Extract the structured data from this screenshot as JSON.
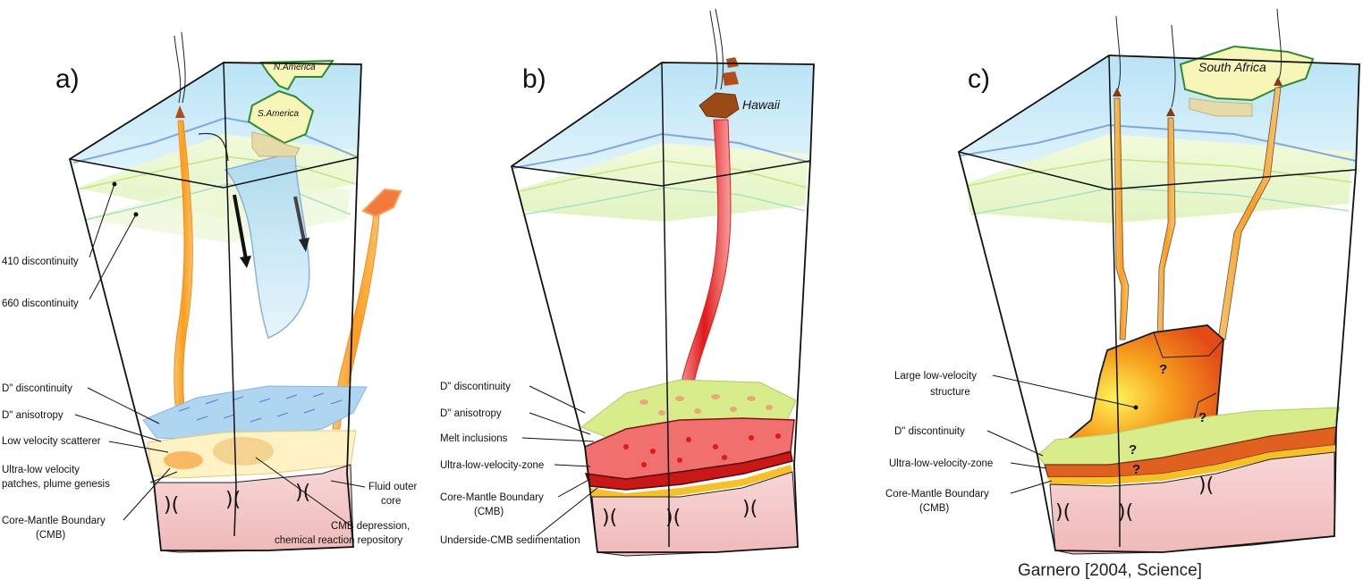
{
  "panels": [
    {
      "letter": "a)",
      "places": [
        "N.America",
        "S.America"
      ],
      "labels": [
        "410 discontinuity",
        "660 discontinuity",
        "D\" discontinuity",
        "D\" anisotropy",
        "Low velocity scatterer",
        "Ultra-low velocity",
        "patches, plume genesis",
        "Core-Mantle Boundary",
        "(CMB)",
        "Fluid outer",
        "core",
        "CMB depression,",
        "chemical reaction repository"
      ]
    },
    {
      "letter": "b)",
      "places": [
        "Hawaii"
      ],
      "labels": [
        "D\" discontinuity",
        "D\" anisotropy",
        "Melt inclusions",
        "Ultra-low-velocity-zone",
        "Core-Mantle Boundary",
        "(CMB)",
        "Underside-CMB sedimentation"
      ]
    },
    {
      "letter": "c)",
      "places": [
        "South Africa"
      ],
      "labels": [
        "Large low-velocity",
        "structure",
        "D\" discontinuity",
        "Ultra-low-velocity-zone",
        "Core-Mantle Boundary",
        "(CMB)"
      ],
      "question_mark": "?"
    }
  ],
  "caption": "Garnero [2004, Science]",
  "colors": {
    "surface_blue": "#bfe6f6",
    "transition_zone": "#e4f7c2",
    "outer_core": "#f6cccc",
    "plume": "#f5a623",
    "hot_red": "#e02020",
    "llsvp_orange": "#f39a1a",
    "slab_blue": "#c9e5f5",
    "continent": "#f8f5b8",
    "continent_edge": "#2f8a2f"
  }
}
